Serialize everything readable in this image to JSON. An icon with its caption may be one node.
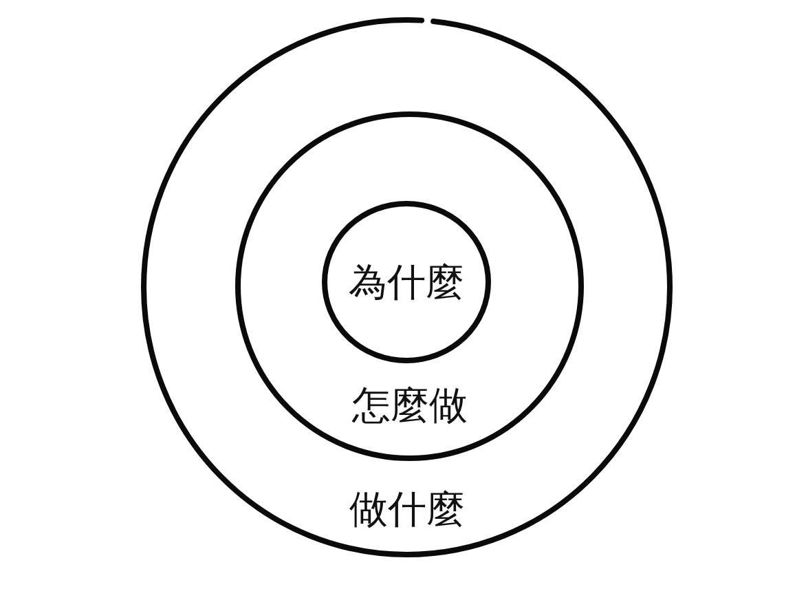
{
  "diagram": {
    "nodes": [
      {
        "text": [
          "做什麼"
        ]
      },
      {
        "text": [
          "怎麼做"
        ],
        "in": 0
      },
      {
        "text": [
          "為什麼"
        ],
        "in": 1
      }
    ]
  }
}
